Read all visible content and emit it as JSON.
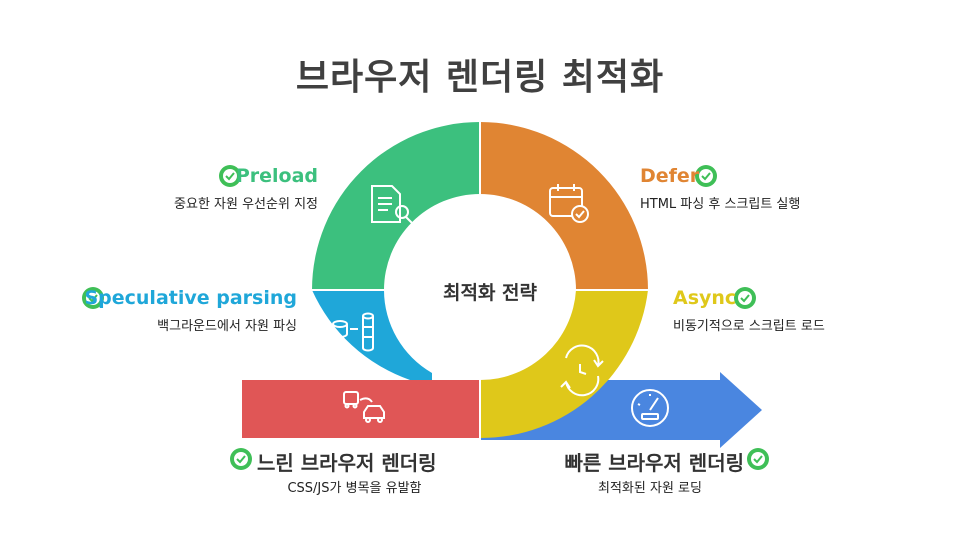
{
  "title": "브라우저 렌더링 최적화",
  "center": "최적화 전략",
  "segments": {
    "preload": {
      "label": "Preload",
      "desc": "중요한 자원 우선순위 지정",
      "color": "#3cc07e",
      "icon": "document-search-icon"
    },
    "defer": {
      "label": "Defer",
      "desc": "HTML 파싱 후 스크립트 실행",
      "color": "#e08533",
      "icon": "calendar-check-icon"
    },
    "speculative": {
      "label": "Speculative parsing",
      "desc": "백그라운드에서 자원 파싱",
      "color": "#1fa7d9",
      "icon": "database-icon"
    },
    "async": {
      "label": "Async",
      "desc": "비동기적으로 스크립트 로드",
      "color": "#dfc81a",
      "icon": "clock-refresh-icon"
    }
  },
  "slow": {
    "label": "느린 브라우저 렌더링",
    "desc": "CSS/JS가 병목을 유발함",
    "color": "#e05656",
    "icon": "vehicles-icon"
  },
  "fast": {
    "label": "빠른 브라우저 렌더링",
    "desc": "최적화된 자원 로딩",
    "color": "#4a86e0",
    "icon": "speedometer-icon"
  },
  "badge_color": "#3fbf57"
}
